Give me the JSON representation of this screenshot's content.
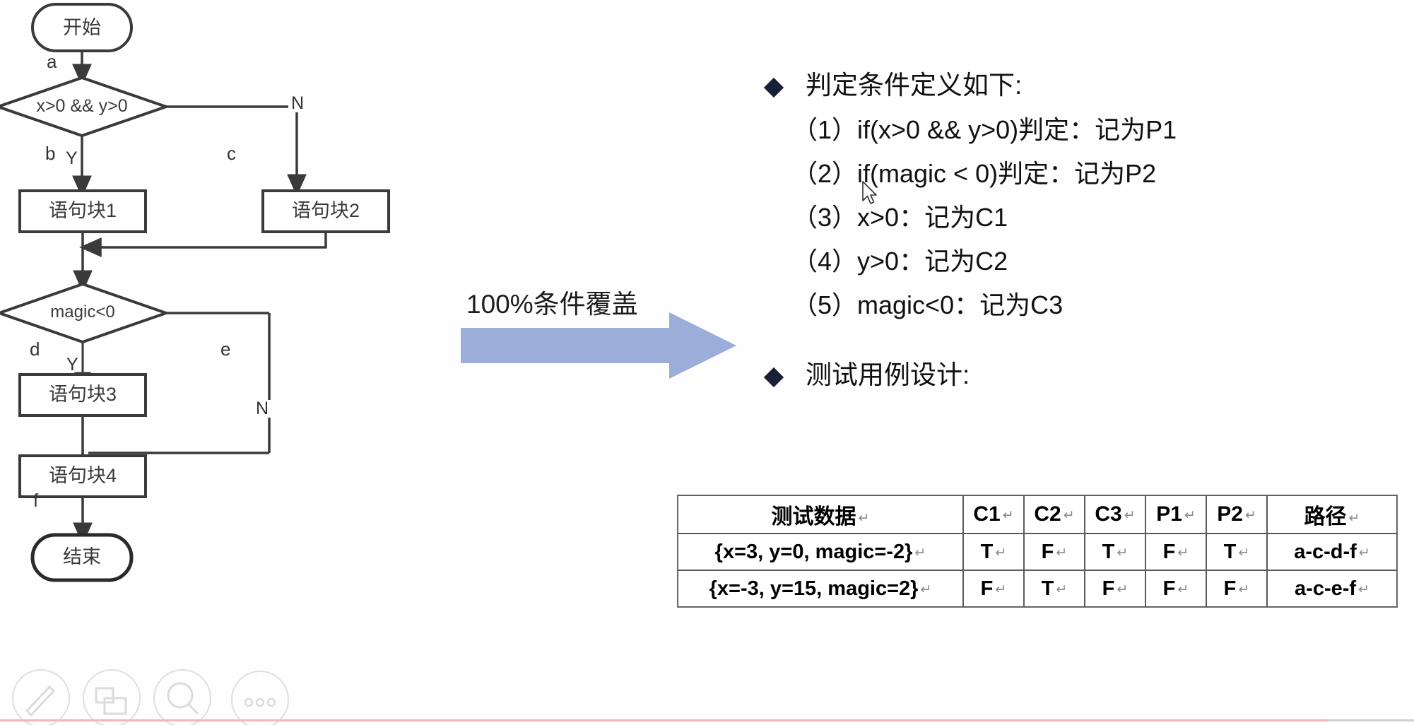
{
  "slide": {
    "background_color": "#fefefe"
  },
  "flowchart": {
    "nodes": {
      "start": "开始",
      "decision1": "x>0 && y>0",
      "block1": "语句块1",
      "block2": "语句块2",
      "decision2": "magic<0",
      "block3": "语句块3",
      "block4": "语句块4",
      "end": "结束"
    },
    "edge_labels": {
      "a": "a",
      "b": "b",
      "c": "c",
      "d": "d",
      "e": "e",
      "f": "f"
    },
    "branch_labels": {
      "d1_yes": "Y",
      "d1_no": "N",
      "d2_yes": "Y",
      "d2_no": "N"
    },
    "line_color": "#3a3a3a"
  },
  "arrow": {
    "caption": "100%条件覆盖",
    "fill_color": "#9badd8"
  },
  "right_panel": {
    "section1": {
      "heading": "判定条件定义如下:",
      "items": [
        "（1）if(x>0 && y>0)判定：记为P1",
        "（2）if(magic < 0)判定：记为P2",
        "（3）x>0：记为C1",
        "（4）y>0：记为C2",
        "（5）magic<0：记为C3"
      ]
    },
    "section2": {
      "heading": "测试用例设计:"
    },
    "bullet_color": "#1a1f36"
  },
  "table": {
    "headers": [
      "测试数据",
      "C1",
      "C2",
      "C3",
      "P1",
      "P2",
      "路径"
    ],
    "pilcrow": "↵",
    "rows": [
      {
        "data": "{x=3, y=0, magic=-2}",
        "c1": "T",
        "c2": "F",
        "c3": "T",
        "p1": "F",
        "p2": "T",
        "path": "a-c-d-f"
      },
      {
        "data": "{x=-3, y=15, magic=2}",
        "c1": "F",
        "c2": "T",
        "c3": "F",
        "p1": "F",
        "p2": "F",
        "path": "a-c-e-f"
      }
    ]
  },
  "watermark": {
    "icons": [
      "pen-icon",
      "shapes-icon",
      "magnifier-icon",
      "more-options-icon"
    ]
  },
  "bottom_bar": {
    "progress_color": "#f3b6b6",
    "track_color": "#cfcfcf"
  }
}
